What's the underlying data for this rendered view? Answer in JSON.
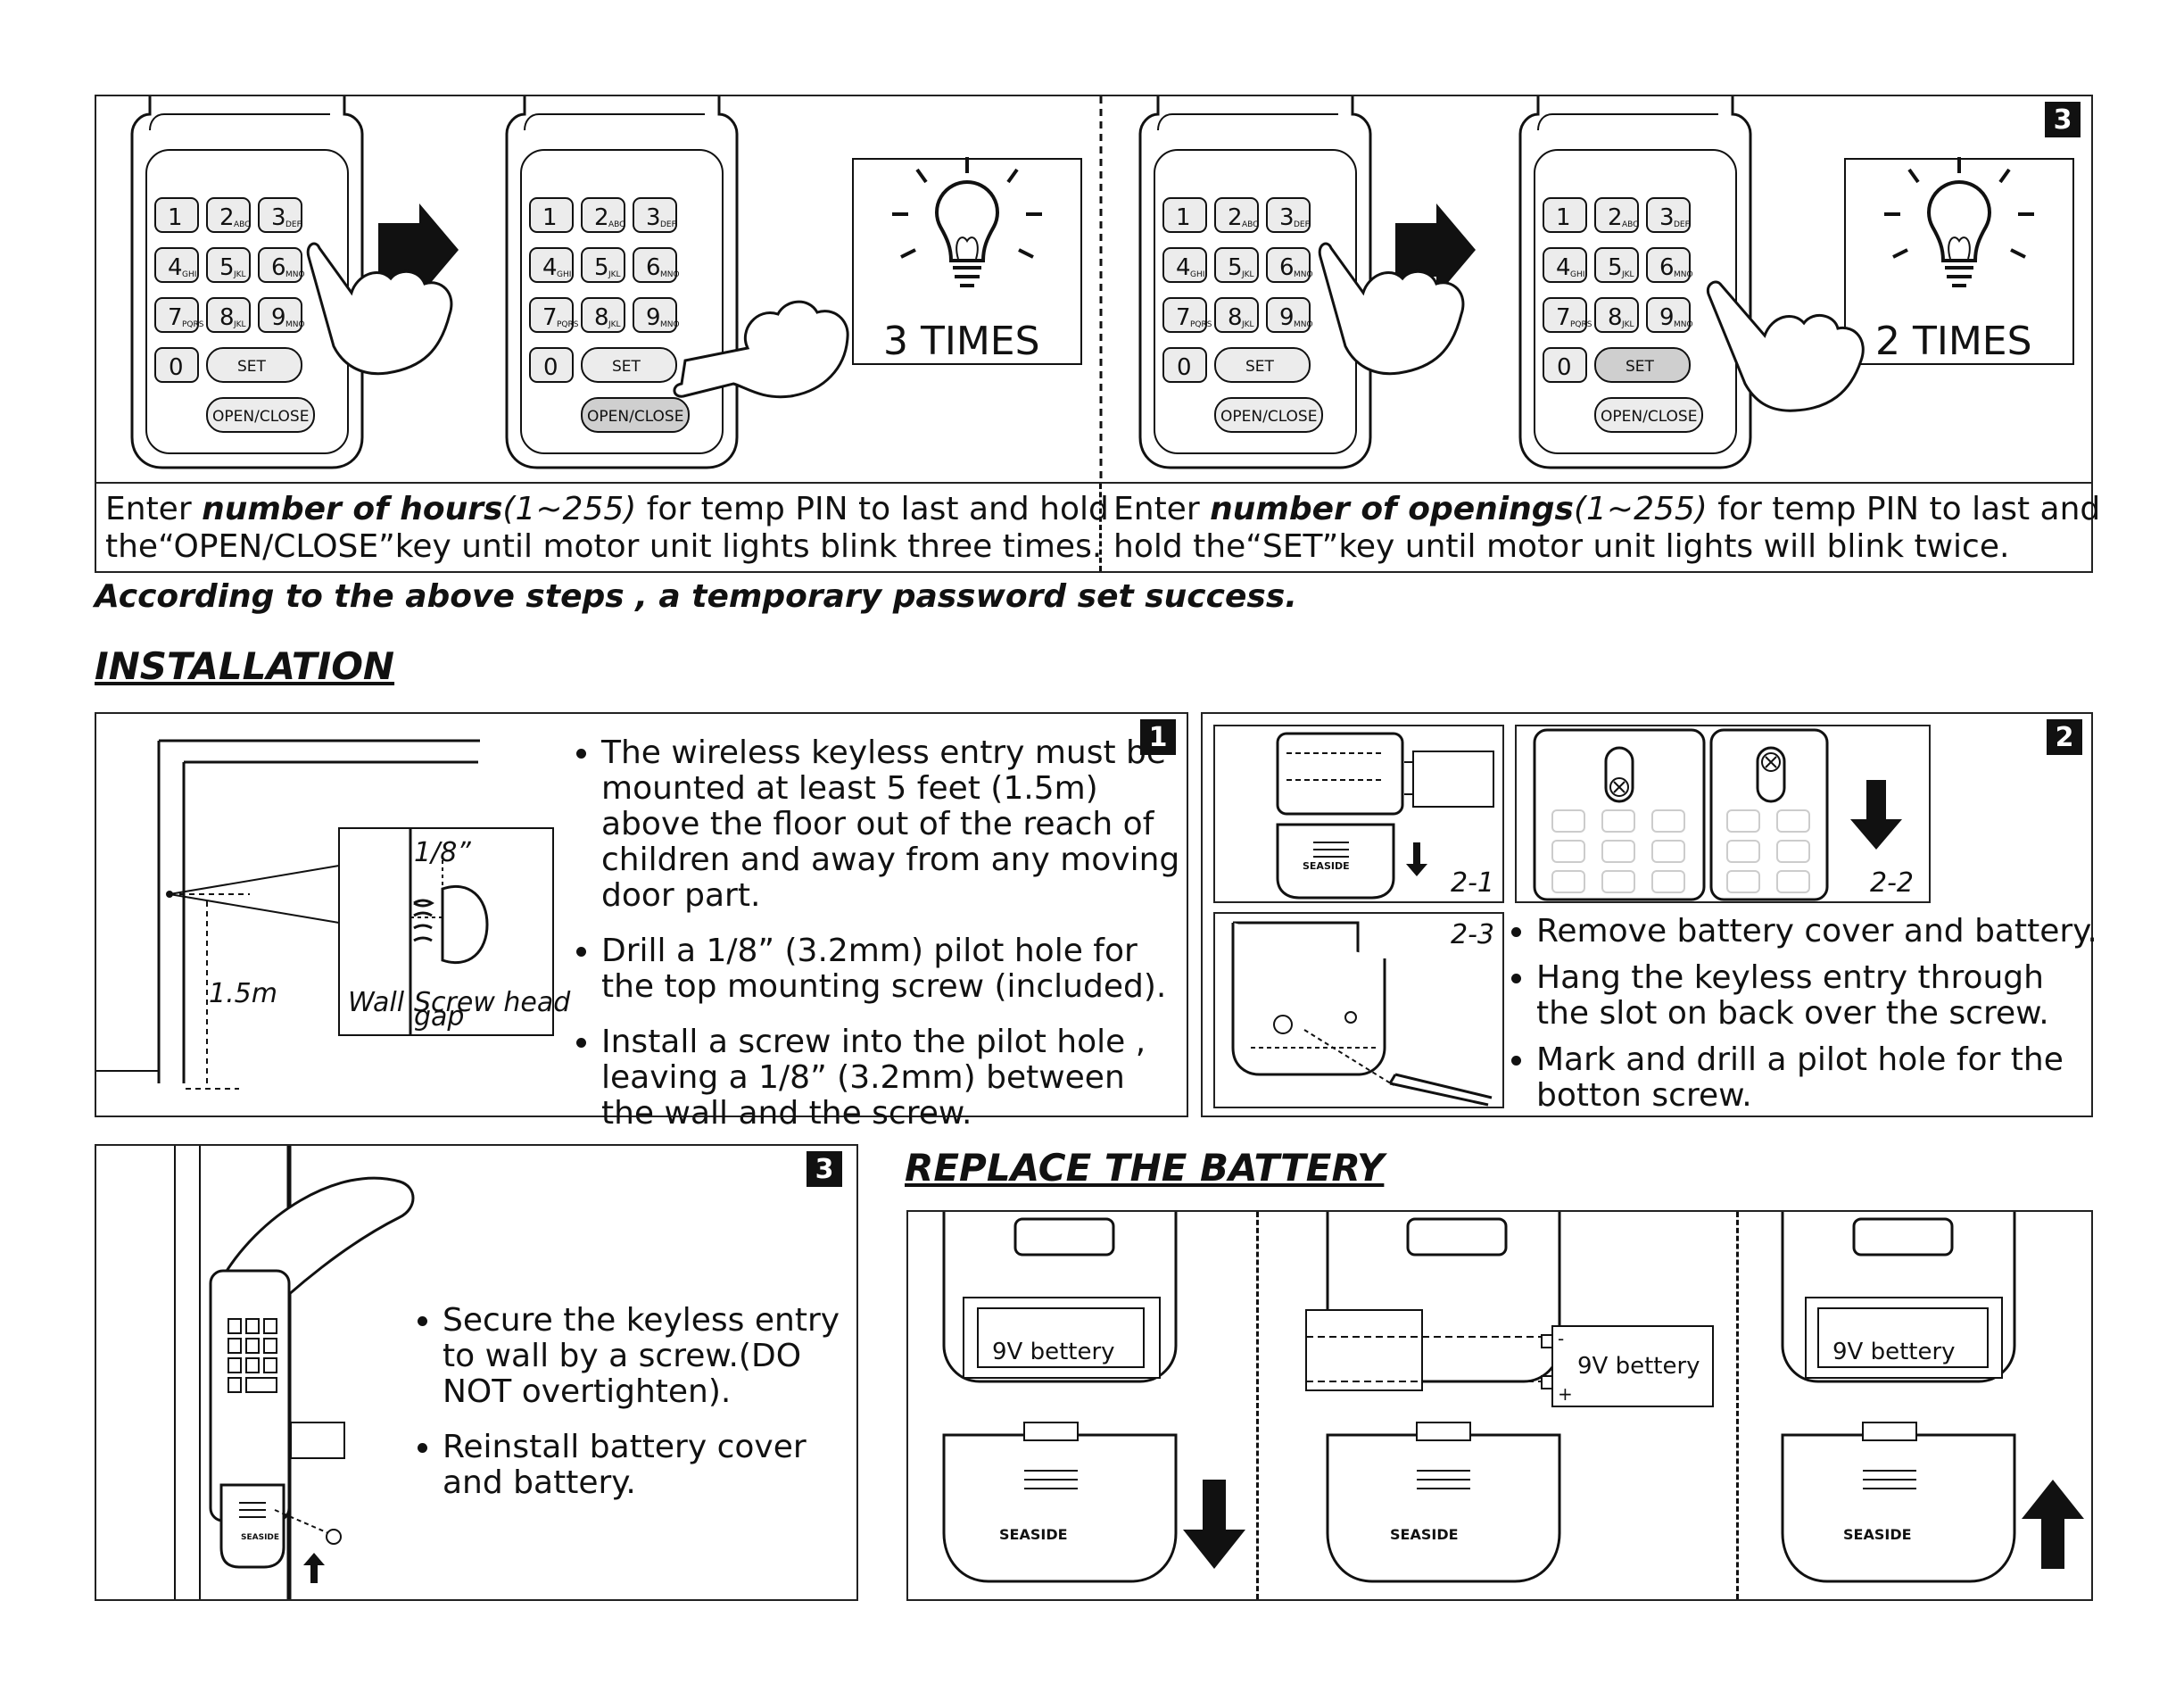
{
  "top_section": {
    "badge": "3",
    "left_times": "3 TIMES",
    "right_times": "2 TIMES",
    "left_caption": {
      "p1": "Enter ",
      "bold": "number of hours",
      "italic": "(1~255)",
      "p2": " for temp PIN to last and hold",
      "line2": "the“OPEN/CLOSE”key until motor unit lights blink three times."
    },
    "right_caption": {
      "p1": "Enter ",
      "bold": "number of openings",
      "italic": "(1~255)",
      "p2": " for temp PIN to last and",
      "line2": "hold the“SET”key until motor unit lights will blink twice."
    },
    "success_note": "According to the above steps , a temporary password set success."
  },
  "keypad": {
    "rows": [
      [
        {
          "n": "1",
          "s": ""
        },
        {
          "n": "2",
          "s": "ABC"
        },
        {
          "n": "3",
          "s": "DEF"
        }
      ],
      [
        {
          "n": "4",
          "s": "GHI"
        },
        {
          "n": "5",
          "s": "JKL"
        },
        {
          "n": "6",
          "s": "MNO"
        }
      ],
      [
        {
          "n": "7",
          "s": "PQRS"
        },
        {
          "n": "8",
          "s": "JKL"
        },
        {
          "n": "9",
          "s": "MNO"
        }
      ]
    ],
    "zero": "0",
    "set": "SET",
    "open_close": "OPEN/CLOSE"
  },
  "installation": {
    "heading": "INSTALLATION",
    "step1": {
      "badge": "1",
      "label_height": "1.5m",
      "label_gap": "1/8”",
      "label_wall": "Wall",
      "label_screw": "Screw head",
      "label_gap_word": "gap",
      "bullets": [
        "The wireless keyless entry must be mounted at least 5 feet (1.5m) above the floor out of the reach of children and away from any moving door part.",
        "Drill a 1/8” (3.2mm) pilot hole for the top mounting screw (included).",
        "Install a screw into the pilot hole , leaving a 1/8” (3.2mm) between the wall and the screw."
      ]
    },
    "step2": {
      "badge": "2",
      "fig1": "2-1",
      "fig2": "2-2",
      "fig3": "2-3",
      "brand": "SEASIDE",
      "bullets": [
        "Remove battery cover and battery.",
        "Hang the keyless entry through the slot on back over the screw.",
        "Mark and drill a pilot hole for the botton screw."
      ]
    },
    "step3": {
      "badge": "3",
      "brand": "SEASIDE",
      "bullets": [
        "Secure the keyless entry to wall by a screw.(DO NOT overtighten).",
        "Reinstall battery cover and battery."
      ]
    }
  },
  "battery": {
    "heading": "REPLACE THE BATTERY",
    "label": "9V bettery",
    "brand": "SEASIDE",
    "minus": "-",
    "plus": "+"
  }
}
